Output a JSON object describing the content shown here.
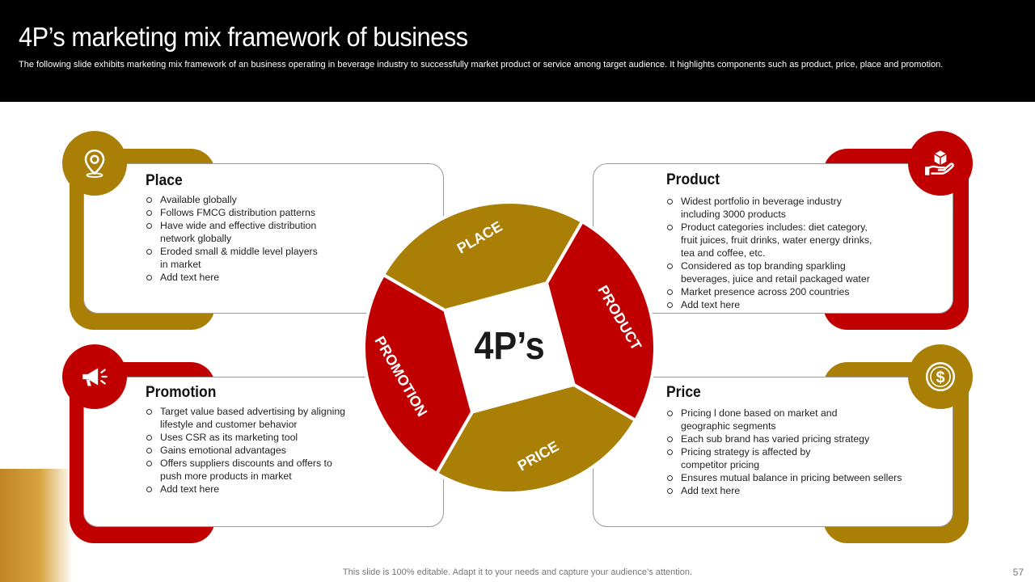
{
  "header": {
    "title": "4P’s marketing mix framework of business",
    "subtitle": "The following slide exhibits marketing mix framework of an business operating in beverage industry to successfully market product or service among target audience. It highlights components such as product, price, place and promotion."
  },
  "colors": {
    "gold": "#a97f06",
    "red": "#c00000",
    "dark_text": "#111111"
  },
  "wheel": {
    "center_label": "4P’s",
    "segments": [
      {
        "label": "PLACE",
        "color": "#a97f06"
      },
      {
        "label": "PRODUCT",
        "color": "#c00000"
      },
      {
        "label": "PRICE",
        "color": "#a97f06"
      },
      {
        "label": "PROMOTION",
        "color": "#c00000"
      }
    ]
  },
  "place": {
    "title": "Place",
    "icon": "location-pin-icon",
    "bullets": [
      "Available globally",
      "Follows FMCG distribution patterns",
      "Have wide and effective distribution\nnetwork globally",
      "Eroded small & middle level players\nin market",
      "Add text here"
    ]
  },
  "product": {
    "title": "Product",
    "icon": "hand-box-icon",
    "bullets": [
      "Widest portfolio in beverage industry\nincluding 3000 products",
      "Product categories includes: diet category,\nfruit juices, fruit drinks, water energy drinks,\ntea and coffee, etc.",
      "Considered as top branding sparkling\nbeverages, juice and retail packaged water",
      "Market presence across 200 countries",
      "Add text here"
    ]
  },
  "promotion": {
    "title": "Promotion",
    "icon": "megaphone-icon",
    "bullets": [
      "Target value based advertising by aligning\nlifestyle and customer behavior",
      "Uses CSR as its marketing tool",
      "Gains emotional advantages",
      "Offers suppliers discounts and offers to\npush more products in market",
      "Add text here"
    ]
  },
  "price": {
    "title": "Price",
    "icon": "dollar-coin-icon",
    "bullets": [
      "Pricing l done based on market and\ngeographic segments",
      "Each sub brand has varied pricing strategy",
      "Pricing strategy is affected by\ncompetitor pricing",
      "Ensures mutual balance in pricing between sellers",
      "Add text here"
    ]
  },
  "footer": {
    "note": "This slide is 100% editable. Adapt it to your needs and capture your audience’s attention.",
    "page_number": "57"
  }
}
